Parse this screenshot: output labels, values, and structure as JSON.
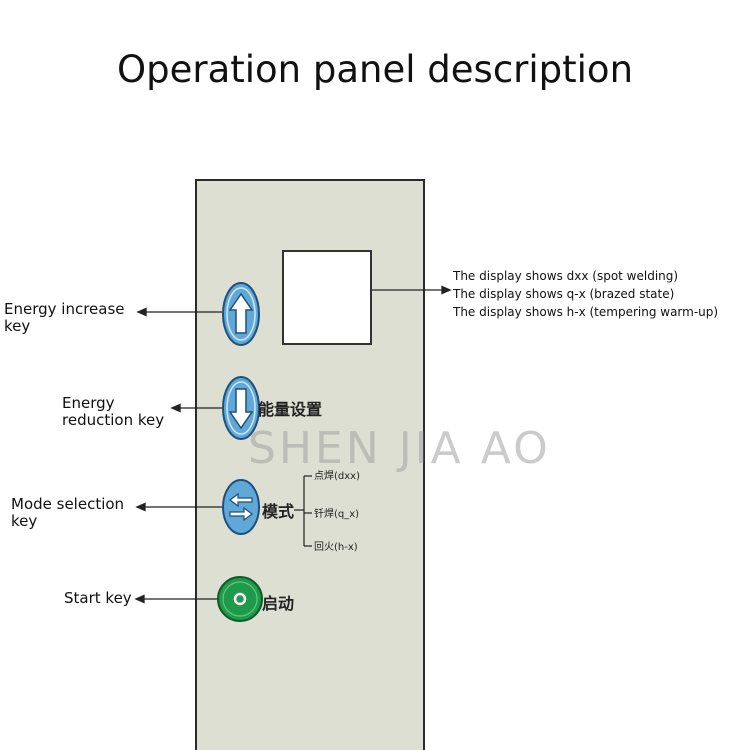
{
  "title": "Operation panel description",
  "labels": {
    "energy_increase": [
      "Energy increase",
      "key"
    ],
    "energy_reduction": [
      "Energy",
      "reduction key"
    ],
    "mode_selection": [
      "Mode selection",
      "key"
    ],
    "start": "Start key"
  },
  "display_descriptions": [
    "The display shows dxx (spot welding)",
    "The display shows q-x (brazed state)",
    "The display shows h-x (tempering warm-up)"
  ],
  "panel_text": {
    "energy_setting": "能量设置",
    "mode": "模式",
    "modes": [
      "点焊(dxx)",
      "钎焊(q_x)",
      "回火(h-x)"
    ],
    "start": "启动"
  },
  "watermark": "SHEN JIA AO",
  "colors": {
    "panel": "#dedfd3",
    "blue_button": "#5fa8d8",
    "green_button": "#1f9a4a",
    "arrow": "#222222"
  },
  "icons": {
    "increase": "arrow-up-icon",
    "reduction": "arrow-down-icon",
    "mode": "mode-switch-icon",
    "start": "power-ring-icon"
  }
}
